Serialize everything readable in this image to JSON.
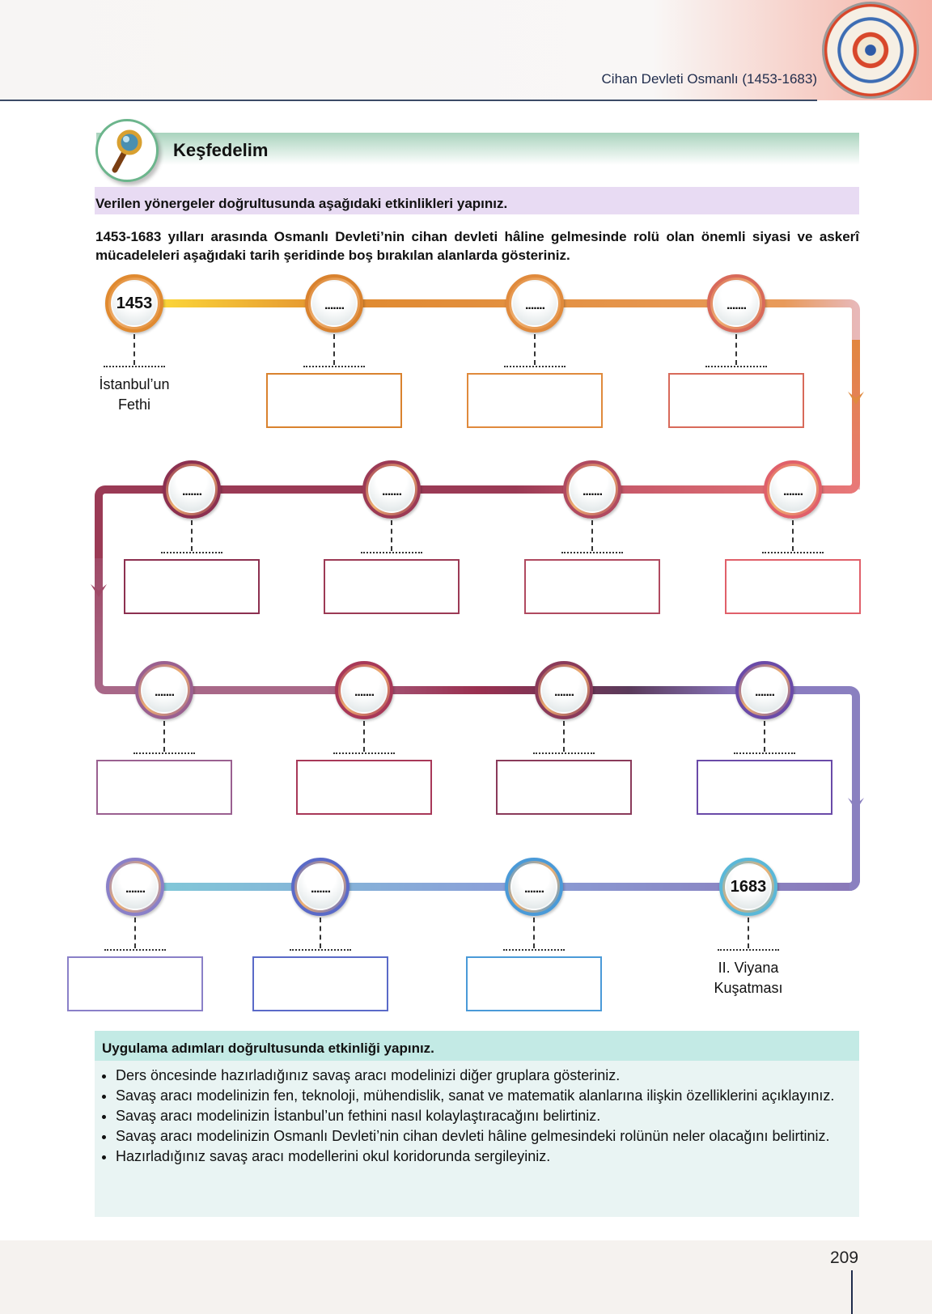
{
  "header": {
    "title": "Cihan Devleti Osmanlı (1453-1683)"
  },
  "section": {
    "title": "Keşfedelim"
  },
  "instruction": "Verilen yönergeler doğrultusunda aşağıdaki etkinlikleri yapınız.",
  "paragraph": "1453-1683 yılları arasında Osmanlı Devleti’nin cihan devleti hâline gelmesinde rolü olan önemli siyasi ve askerî mücadeleleri aşağıdaki tarih şeridinde boş bırakılan alanlarda gösteriniz.",
  "timeline": {
    "nodes": [
      {
        "label": "1453",
        "caption1": "İstanbul’un",
        "caption2": "Fethi",
        "color": "#e08a30"
      },
      {
        "label": ".......",
        "color": "#d9822e"
      },
      {
        "label": ".......",
        "color": "#e08a3c"
      },
      {
        "label": ".......",
        "color": "#d86a5a"
      },
      {
        "label": ".......",
        "color": "#e0606a"
      },
      {
        "label": ".......",
        "color": "#b04a60"
      },
      {
        "label": ".......",
        "color": "#9c3a55"
      },
      {
        "label": ".......",
        "color": "#8c3050"
      },
      {
        "label": ".......",
        "color": "#9a6090"
      },
      {
        "label": ".......",
        "color": "#a83858"
      },
      {
        "label": ".......",
        "color": "#8a3a5a"
      },
      {
        "label": ".......",
        "color": "#6a4aa8"
      },
      {
        "label": "1683",
        "caption1": "II. Viyana",
        "caption2": "Kuşatması",
        "color": "#5ab8d8"
      },
      {
        "label": ".......",
        "color": "#4a9ad8"
      },
      {
        "label": ".......",
        "color": "#5a6ac8"
      },
      {
        "label": ".......",
        "color": "#8a80c8"
      }
    ]
  },
  "application": {
    "title": "Uygulama adımları doğrultusunda etkinliği yapınız.",
    "items": [
      "Ders öncesinde hazırladığınız savaş aracı modelinizi diğer gruplara gösteriniz.",
      "Savaş aracı modelinizin fen, teknoloji, mühendislik, sanat ve matematik alanlarına ilişkin özelliklerini açıklayınız.",
      "Savaş aracı modelinizin İstanbul’un fethini nasıl kolaylaştıracağını belirtiniz.",
      "Savaş aracı modelinizin Osmanlı Devleti’nin cihan devleti hâline gelmesindeki rolünün neler olacağını belirtiniz.",
      "Hazırladığınız savaş aracı modellerini okul koridorunda sergileyiniz."
    ]
  },
  "page_number": "209"
}
